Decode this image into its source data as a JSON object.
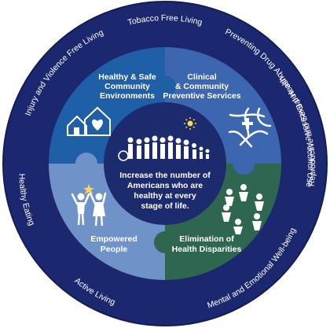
{
  "ring": {
    "items": [
      "Tobacco Free Living",
      "Preventing Drug Abuse and Excessive Alcohol Use",
      "Healthy Eating",
      "Active Living",
      "Mental and Emotional Well-being",
      "Reproductive and Sexual Health",
      "Injury and Violence Free Living"
    ]
  },
  "quadrants": {
    "top_left": {
      "line1": "Healthy & Safe",
      "line2": "Community",
      "line3": "Environments"
    },
    "top_right": {
      "line1": "Clinical",
      "line2": "& Community",
      "line3": "Preventive Services"
    },
    "bottom_left": {
      "line1": "Empowered",
      "line2": "People"
    },
    "bottom_right": {
      "line1": "Elimination of",
      "line2": "Health Disparities"
    }
  },
  "center": {
    "line1": "Increase the number of",
    "line2": "Americans who are",
    "line3": "healthy at every",
    "line4": "stage of life."
  },
  "colors": {
    "ring": "#1b2870",
    "top_left": "#1f5fa7",
    "top_right": "#3c67b0",
    "bottom_left": "#6f93c8",
    "bottom_right": "#2f6650",
    "center": "#1c2a6e"
  }
}
